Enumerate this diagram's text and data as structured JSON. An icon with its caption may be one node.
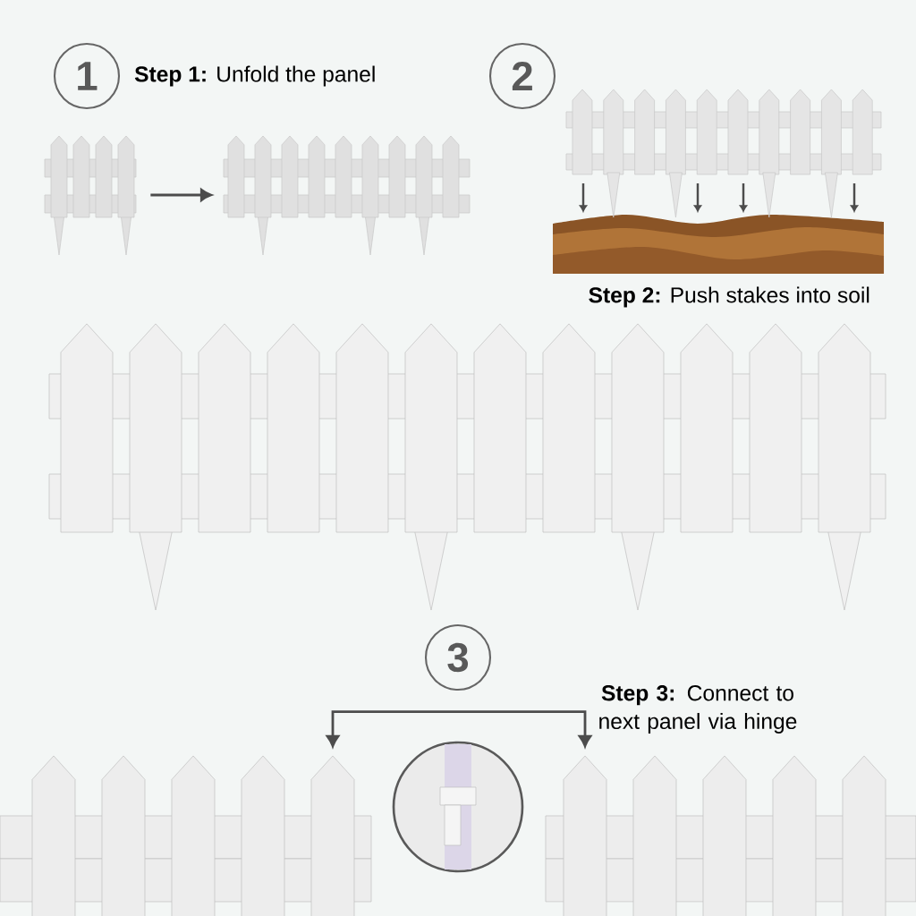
{
  "diagram": {
    "nodes": [
      {
        "text": [
          "1"
        ]
      },
      {
        "text": [
          "2"
        ]
      },
      {
        "text": [
          "3"
        ]
      },
      {
        "text": [],
        "shape": "picture"
      },
      {
        "text": [],
        "shape": "picture"
      },
      {
        "text": [],
        "shape": "picture"
      },
      {
        "text": [],
        "shape": "picture"
      },
      {
        "text": [],
        "shape": "picture"
      }
    ],
    "edges": [
      {
        "from": 3,
        "to": 4,
        "arrow": "to"
      },
      {
        "from": 5,
        "to": 6,
        "arrow": "both"
      }
    ],
    "labels": [
      "**Step 1:** Unfold the panel",
      "**Step 2:** Push stakes into soil",
      "**Step 3:** Connect to next panel via hinge"
    ]
  }
}
